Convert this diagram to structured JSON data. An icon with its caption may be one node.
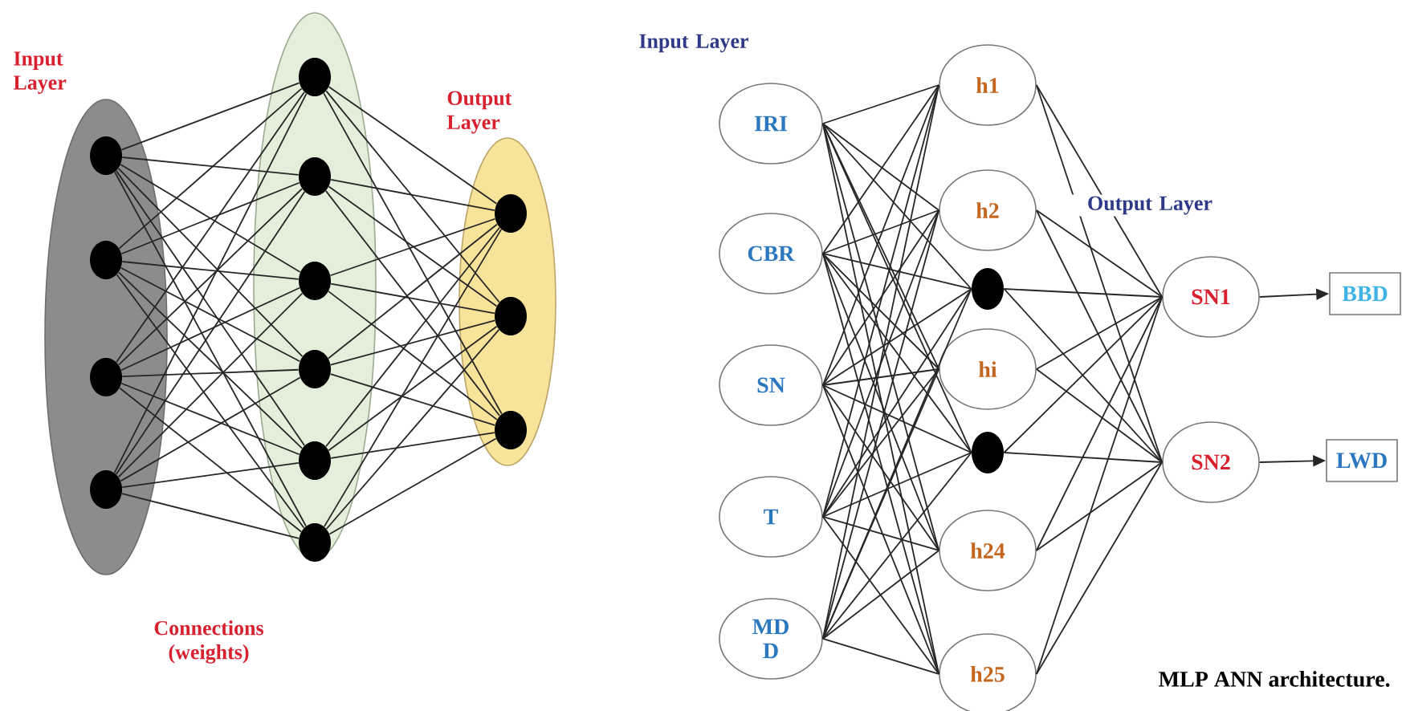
{
  "diagram": {
    "caption": "MLP ANN architecture.",
    "nodes": [
      {
        "text": [
          "Input Layer"
        ]
      },
      {
        "text": [],
        "shape": "circle",
        "in": 0
      },
      {
        "text": [],
        "shape": "circle",
        "in": 0
      },
      {
        "text": [],
        "shape": "circle",
        "in": 0
      },
      {
        "text": [],
        "shape": "circle",
        "in": 0
      },
      {
        "text": [],
        "shape": "ellipse"
      },
      {
        "text": [],
        "shape": "circle",
        "in": 5
      },
      {
        "text": [],
        "shape": "circle",
        "in": 5
      },
      {
        "text": [],
        "shape": "circle",
        "in": 5
      },
      {
        "text": [],
        "shape": "circle",
        "in": 5
      },
      {
        "text": [],
        "shape": "circle",
        "in": 5
      },
      {
        "text": [],
        "shape": "circle",
        "in": 5
      },
      {
        "text": [
          "Output Layer"
        ]
      },
      {
        "text": [],
        "shape": "circle",
        "in": 12
      },
      {
        "text": [],
        "shape": "circle",
        "in": 12
      },
      {
        "text": [],
        "shape": "circle",
        "in": 12
      },
      {
        "text": [
          "IRI"
        ]
      },
      {
        "text": [
          "CBR"
        ]
      },
      {
        "text": [
          "SN"
        ]
      },
      {
        "text": [
          "T"
        ]
      },
      {
        "text": [
          "MD D"
        ]
      },
      {
        "text": [
          "h1"
        ]
      },
      {
        "text": [
          "h2"
        ]
      },
      {
        "text": [],
        "shape": "circle"
      },
      {
        "text": [
          "hi"
        ]
      },
      {
        "text": [],
        "shape": "circle"
      },
      {
        "text": [
          "h24"
        ]
      },
      {
        "text": [
          "h25"
        ]
      },
      {
        "text": [
          "SN1"
        ]
      },
      {
        "text": [
          "SN2"
        ]
      },
      {
        "text": [
          "BBD"
        ]
      },
      {
        "text": [
          "LWD"
        ]
      }
    ],
    "edges": [
      {
        "from": 1,
        "to": 6,
        "arrow": "none"
      },
      {
        "from": 1,
        "to": 7,
        "arrow": "none"
      },
      {
        "from": 1,
        "to": 8,
        "arrow": "none"
      },
      {
        "from": 1,
        "to": 9,
        "arrow": "none"
      },
      {
        "from": 1,
        "to": 10,
        "arrow": "none"
      },
      {
        "from": 1,
        "to": 11,
        "arrow": "none"
      },
      {
        "from": 2,
        "to": 6,
        "arrow": "none"
      },
      {
        "from": 2,
        "to": 7,
        "arrow": "none"
      },
      {
        "from": 2,
        "to": 8,
        "arrow": "none"
      },
      {
        "from": 2,
        "to": 9,
        "arrow": "none"
      },
      {
        "from": 2,
        "to": 10,
        "arrow": "none"
      },
      {
        "from": 2,
        "to": 11,
        "arrow": "none"
      },
      {
        "from": 3,
        "to": 6,
        "arrow": "none"
      },
      {
        "from": 3,
        "to": 7,
        "arrow": "none"
      },
      {
        "from": 3,
        "to": 8,
        "arrow": "none"
      },
      {
        "from": 3,
        "to": 9,
        "arrow": "none"
      },
      {
        "from": 3,
        "to": 10,
        "arrow": "none"
      },
      {
        "from": 3,
        "to": 11,
        "arrow": "none"
      },
      {
        "from": 4,
        "to": 6,
        "arrow": "none"
      },
      {
        "from": 4,
        "to": 7,
        "arrow": "none"
      },
      {
        "from": 4,
        "to": 8,
        "arrow": "none"
      },
      {
        "from": 4,
        "to": 9,
        "arrow": "none"
      },
      {
        "from": 4,
        "to": 10,
        "arrow": "none"
      },
      {
        "from": 4,
        "to": 11,
        "arrow": "none"
      },
      {
        "from": 6,
        "to": 13,
        "arrow": "none"
      },
      {
        "from": 6,
        "to": 14,
        "arrow": "none"
      },
      {
        "from": 6,
        "to": 15,
        "arrow": "none"
      },
      {
        "from": 7,
        "to": 13,
        "arrow": "none"
      },
      {
        "from": 7,
        "to": 14,
        "arrow": "none"
      },
      {
        "from": 7,
        "to": 15,
        "arrow": "none"
      },
      {
        "from": 8,
        "to": 13,
        "arrow": "none"
      },
      {
        "from": 8,
        "to": 14,
        "arrow": "none"
      },
      {
        "from": 8,
        "to": 15,
        "arrow": "none"
      },
      {
        "from": 9,
        "to": 13,
        "arrow": "none"
      },
      {
        "from": 9,
        "to": 14,
        "arrow": "none"
      },
      {
        "from": 9,
        "to": 15,
        "arrow": "none"
      },
      {
        "from": 10,
        "to": 13,
        "arrow": "none"
      },
      {
        "from": 10,
        "to": 14,
        "arrow": "none"
      },
      {
        "from": 10,
        "to": 15,
        "arrow": "none"
      },
      {
        "from": 11,
        "to": 13,
        "arrow": "none"
      },
      {
        "from": 11,
        "to": 14,
        "arrow": "none"
      },
      {
        "from": 11,
        "to": 15,
        "arrow": "none"
      },
      {
        "from": 16,
        "to": 21,
        "arrow": "none"
      },
      {
        "from": 16,
        "to": 22,
        "arrow": "none"
      },
      {
        "from": 16,
        "to": 23,
        "arrow": "none"
      },
      {
        "from": 16,
        "to": 24,
        "arrow": "none"
      },
      {
        "from": 16,
        "to": 25,
        "arrow": "none"
      },
      {
        "from": 16,
        "to": 26,
        "arrow": "none"
      },
      {
        "from": 16,
        "to": 27,
        "arrow": "none"
      },
      {
        "from": 17,
        "to": 21,
        "arrow": "none"
      },
      {
        "from": 17,
        "to": 22,
        "arrow": "none"
      },
      {
        "from": 17,
        "to": 23,
        "arrow": "none"
      },
      {
        "from": 17,
        "to": 24,
        "arrow": "none"
      },
      {
        "from": 17,
        "to": 25,
        "arrow": "none"
      },
      {
        "from": 17,
        "to": 26,
        "arrow": "none"
      },
      {
        "from": 17,
        "to": 27,
        "arrow": "none"
      },
      {
        "from": 18,
        "to": 21,
        "arrow": "none"
      },
      {
        "from": 18,
        "to": 22,
        "arrow": "none"
      },
      {
        "from": 18,
        "to": 23,
        "arrow": "none"
      },
      {
        "from": 18,
        "to": 24,
        "arrow": "none"
      },
      {
        "from": 18,
        "to": 25,
        "arrow": "none"
      },
      {
        "from": 18,
        "to": 26,
        "arrow": "none"
      },
      {
        "from": 18,
        "to": 27,
        "arrow": "none"
      },
      {
        "from": 19,
        "to": 21,
        "arrow": "none"
      },
      {
        "from": 19,
        "to": 22,
        "arrow": "none"
      },
      {
        "from": 19,
        "to": 23,
        "arrow": "none"
      },
      {
        "from": 19,
        "to": 24,
        "arrow": "none"
      },
      {
        "from": 19,
        "to": 25,
        "arrow": "none"
      },
      {
        "from": 19,
        "to": 26,
        "arrow": "none"
      },
      {
        "from": 19,
        "to": 27,
        "arrow": "none"
      },
      {
        "from": 20,
        "to": 21,
        "arrow": "none"
      },
      {
        "from": 20,
        "to": 22,
        "arrow": "none"
      },
      {
        "from": 20,
        "to": 23,
        "arrow": "none"
      },
      {
        "from": 20,
        "to": 24,
        "arrow": "none"
      },
      {
        "from": 20,
        "to": 25,
        "arrow": "none"
      },
      {
        "from": 20,
        "to": 26,
        "arrow": "none"
      },
      {
        "from": 20,
        "to": 27,
        "arrow": "none"
      },
      {
        "from": 21,
        "to": 28,
        "arrow": "none"
      },
      {
        "from": 21,
        "to": 29,
        "arrow": "none"
      },
      {
        "from": 22,
        "to": 28,
        "arrow": "none"
      },
      {
        "from": 22,
        "to": 29,
        "arrow": "none"
      },
      {
        "from": 23,
        "to": 28,
        "arrow": "none"
      },
      {
        "from": 23,
        "to": 29,
        "arrow": "none"
      },
      {
        "from": 24,
        "to": 28,
        "arrow": "none"
      },
      {
        "from": 24,
        "to": 29,
        "arrow": "none"
      },
      {
        "from": 25,
        "to": 28,
        "arrow": "none"
      },
      {
        "from": 25,
        "to": 29,
        "arrow": "none"
      },
      {
        "from": 26,
        "to": 28,
        "arrow": "none"
      },
      {
        "from": 26,
        "to": 29,
        "arrow": "none"
      },
      {
        "from": 27,
        "to": 28,
        "arrow": "none"
      },
      {
        "from": 27,
        "to": 29,
        "arrow": "none"
      },
      {
        "from": 28,
        "to": 30,
        "arrow": "to"
      },
      {
        "from": 29,
        "to": 31,
        "arrow": "to"
      }
    ],
    "labels": [
      "Connections (weights)",
      "Input Layer",
      "Output Layer"
    ]
  }
}
